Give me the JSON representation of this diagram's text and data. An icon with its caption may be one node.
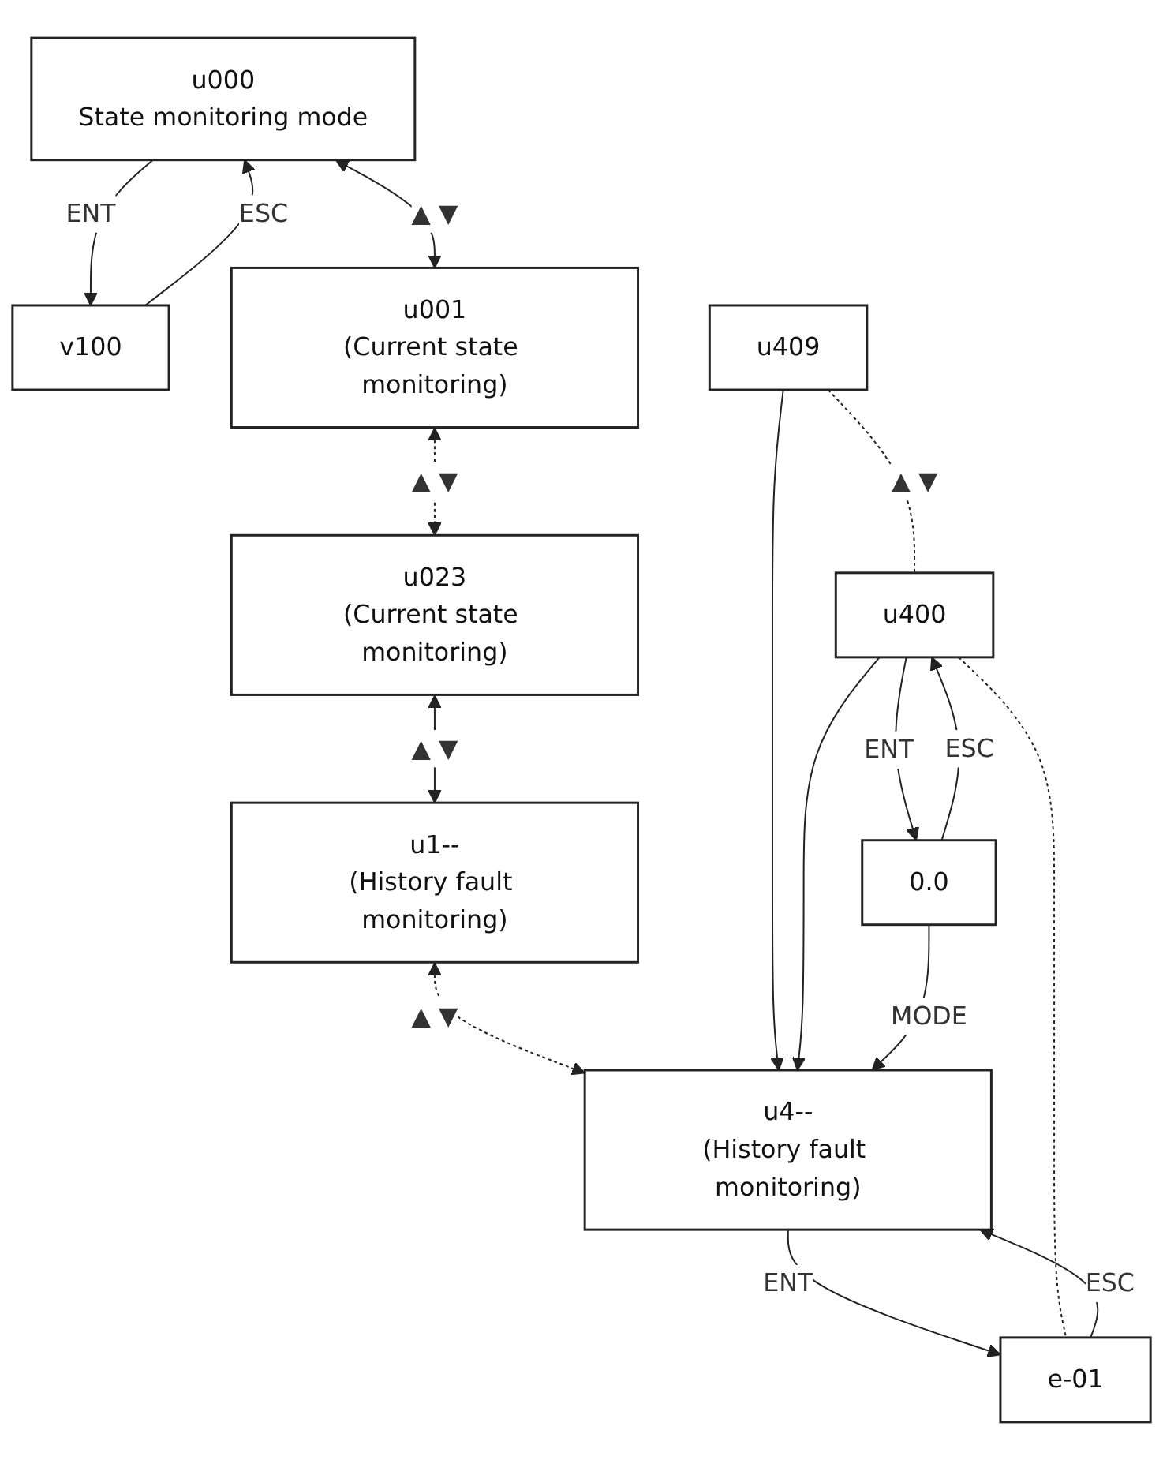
{
  "diagram": {
    "nodes": [
      {
        "text": [
          "u000",
          "State monitoring mode"
        ]
      },
      {
        "text": [
          "v100"
        ]
      },
      {
        "text": [
          "u001",
          "(Current state monitoring)"
        ]
      },
      {
        "text": [
          "u023",
          "(Current state monitoring)"
        ]
      },
      {
        "text": [
          "u1--",
          "(History fault monitoring)"
        ]
      },
      {
        "text": [
          "u4--",
          "(History fault monitoring)"
        ]
      },
      {
        "text": [
          "u409"
        ]
      },
      {
        "text": [
          "u400"
        ]
      },
      {
        "text": [
          "e-01"
        ]
      },
      {
        "text": [
          "0.0"
        ]
      }
    ],
    "edges": [
      {
        "from": 0,
        "to": 1,
        "arrow": "to",
        "label": "ENT"
      },
      {
        "from": 1,
        "to": 0,
        "arrow": "to",
        "label": "ESC"
      },
      {
        "from": 0,
        "to": 2,
        "arrow": "both",
        "label": "▲ ▼"
      },
      {
        "from": 2,
        "to": 3,
        "arrow": "both",
        "label": "▲ ▼",
        "style": "dashed"
      },
      {
        "from": 3,
        "to": 4,
        "arrow": "both",
        "label": "▲ ▼"
      },
      {
        "from": 4,
        "to": 5,
        "arrow": "both",
        "label": "▲ ▼",
        "style": "dashed"
      },
      {
        "from": 6,
        "to": 5,
        "arrow": "to"
      },
      {
        "from": 7,
        "to": 5,
        "arrow": "to"
      },
      {
        "from": 8,
        "to": 5,
        "arrow": "to",
        "label": "ESC"
      },
      {
        "from": 5,
        "to": 8,
        "arrow": "to",
        "label": "ENT"
      },
      {
        "from": 6,
        "to": 7,
        "arrow": "none",
        "label": "▲ ▼",
        "style": "dashed"
      },
      {
        "from": 7,
        "to": 8,
        "arrow": "none",
        "style": "dashed"
      },
      {
        "from": 7,
        "to": 9,
        "arrow": "to",
        "label": "ENT"
      },
      {
        "from": 9,
        "to": 7,
        "arrow": "to",
        "label": "ESC"
      },
      {
        "from": 9,
        "to": 5,
        "arrow": "to",
        "label": "MODE"
      }
    ]
  }
}
